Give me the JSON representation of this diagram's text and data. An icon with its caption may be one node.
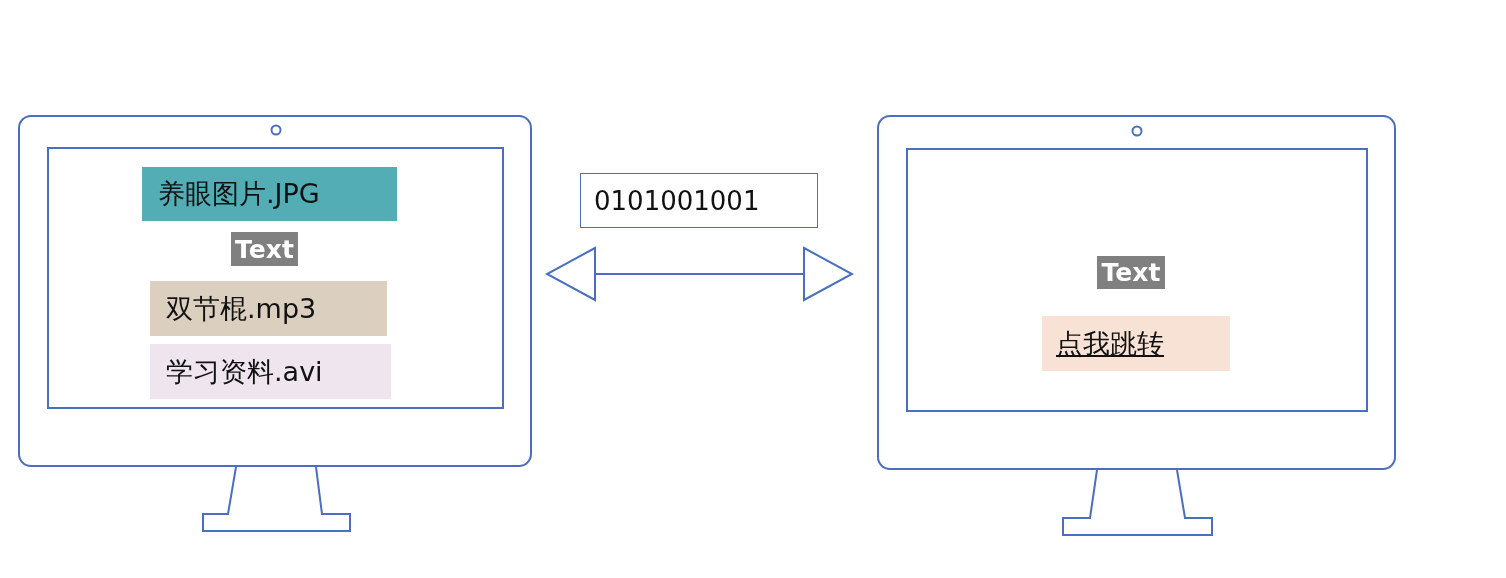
{
  "diagram": {
    "nodes": [
      {
        "text": [],
        "shape": "picture"
      },
      {
        "text": [
          "养眼图片.JPG"
        ],
        "in": 0
      },
      {
        "text": [
          "Text"
        ],
        "in": 0
      },
      {
        "text": [
          "双节棍.mp3"
        ],
        "in": 0
      },
      {
        "text": [
          "学习资料.avi"
        ],
        "in": 0
      },
      {
        "text": [
          "0101001001"
        ]
      },
      {
        "text": [],
        "shape": "picture"
      },
      {
        "text": [
          "Text"
        ],
        "in": 6
      },
      {
        "text": [
          "点我跳转"
        ],
        "in": 6
      }
    ],
    "edges": [
      {
        "from": 0,
        "to": 6,
        "arrow": "both"
      }
    ]
  }
}
